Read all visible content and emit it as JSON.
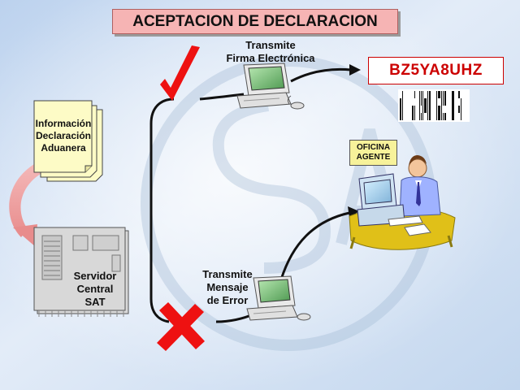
{
  "title": "ACEPTACION DE DECLARACION",
  "code": "BZ5YA8UHZ",
  "documents": {
    "lines": [
      "Información",
      "Declaración",
      "Aduanera"
    ]
  },
  "server": {
    "lines": [
      "Servidor",
      "Central",
      "SAT"
    ]
  },
  "transmit_signature": {
    "lines": [
      "Transmite",
      "Firma Electrónica"
    ]
  },
  "transmit_error": {
    "lines": [
      "Transmite",
      "Mensaje",
      "de Error"
    ]
  },
  "agent_office": {
    "lines": [
      "OFICINA",
      "AGENTE"
    ]
  },
  "colors": {
    "title_bg": "#f6b4b4",
    "code_text": "#cc0000",
    "check": "#ee1111",
    "cross": "#ee1111",
    "document": "#fdfbc6",
    "server": "#d8d8d8",
    "agent_badge_bg": "#f7f29a",
    "desk": "#e0c018",
    "shirt": "#9fb2ff",
    "arrow_pink": "#f0a3a3"
  }
}
